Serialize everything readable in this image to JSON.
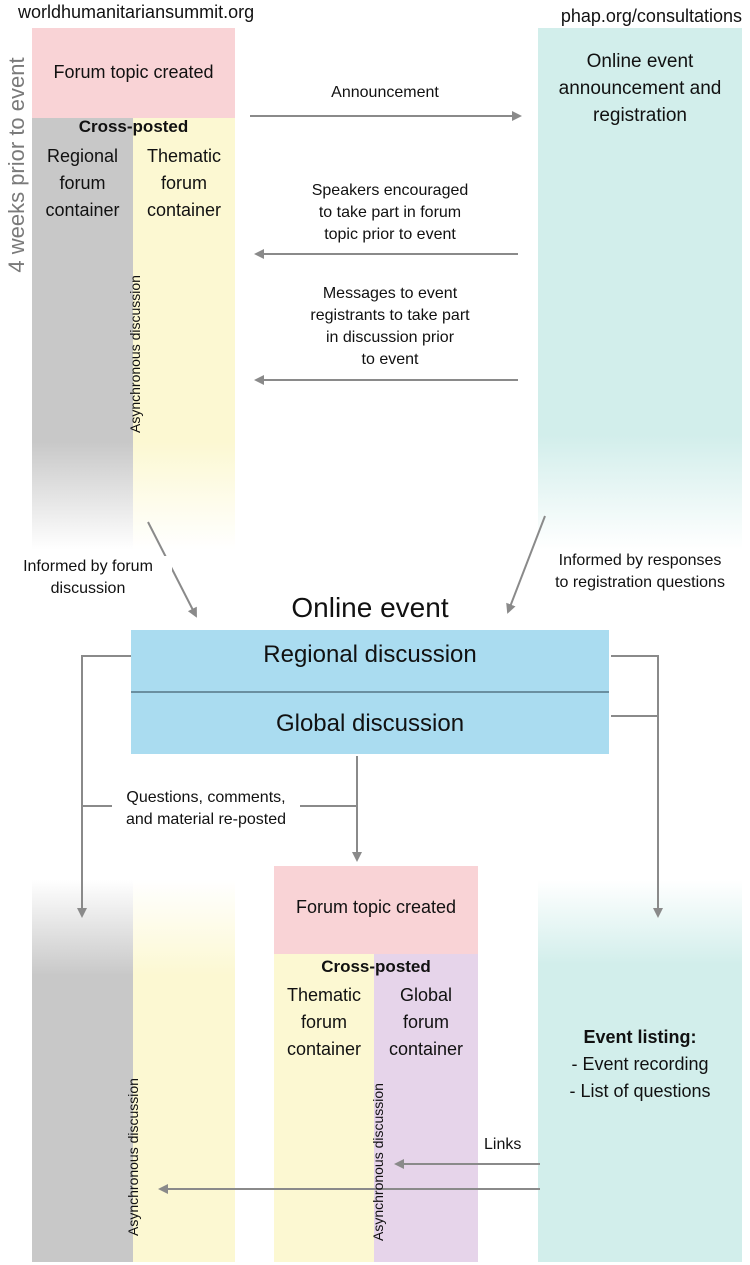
{
  "header": {
    "left_site": "worldhumanitariansummit.org",
    "right_site": "phap.org/consultations",
    "side_label": "4 weeks prior to event"
  },
  "top_left": {
    "forum_topic": "Forum topic created",
    "cross_posted": "Cross-posted",
    "regional_container": [
      "Regional",
      "forum",
      "container"
    ],
    "thematic_container": [
      "Thematic",
      "forum",
      "container"
    ],
    "async_label": "Asynchronous discussion"
  },
  "top_right": {
    "announcement_box": [
      "Online event",
      "announcement and",
      "registration"
    ]
  },
  "flows": {
    "announcement": "Announcement",
    "speakers": [
      "Speakers encouraged",
      "to take part in forum",
      "topic prior to event"
    ],
    "messages": [
      "Messages to event",
      "registrants to take part",
      "in discussion prior",
      "to event"
    ],
    "informed_forum": [
      "Informed by forum",
      "discussion"
    ],
    "informed_responses": [
      "Informed by responses",
      "to registration questions"
    ],
    "questions": [
      "Questions, comments,",
      "and material re-posted"
    ],
    "links": "Links"
  },
  "online_event": {
    "title": "Online event",
    "regional": "Regional discussion",
    "global": "Global discussion"
  },
  "bottom_center": {
    "forum_topic": "Forum topic created",
    "cross_posted": "Cross-posted",
    "thematic_container": [
      "Thematic",
      "forum",
      "container"
    ],
    "global_container": [
      "Global",
      "forum",
      "container"
    ],
    "async_label": "Asynchronous discussion"
  },
  "bottom_left": {
    "async_label": "Asynchronous discussion"
  },
  "bottom_right": {
    "event_listing_title": "Event listing:",
    "items": [
      "- Event recording",
      "- List of questions"
    ]
  },
  "colors": {
    "pink": "#f9d3d6",
    "gray": "#c8c8c8",
    "yellow": "#fcf8d2",
    "teal": "#d2eeeb",
    "blue": "#aadcf0",
    "purple": "#e6d4ea",
    "arrow": "#8a8a8a"
  }
}
